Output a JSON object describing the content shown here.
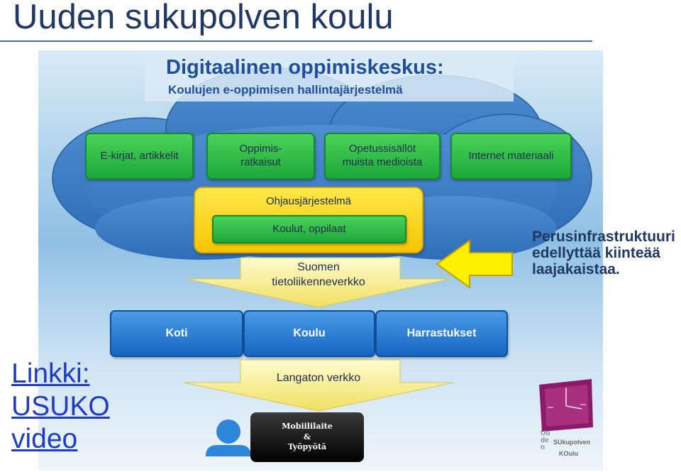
{
  "slide": {
    "title": "Uuden sukupolven koulu",
    "note_lines": [
      "Perusinfrastruktuuri",
      "edellyttää kiinteää",
      "laajakaistaa."
    ],
    "link_lines": [
      "Linkki:",
      "USUKO",
      "video"
    ]
  },
  "diagram": {
    "title": "Digitaalinen oppimiskeskus:",
    "subtitle": "Koulujen e-oppimisen hallintajärjestelmä",
    "cloud_boxes": [
      {
        "label": "E-kirjat, artikkelit"
      },
      {
        "label": "Oppimis-\nratkaisut"
      },
      {
        "label": "Opetussisällöt\nmuista medioista"
      },
      {
        "label": "Internet materiaali"
      }
    ],
    "control_system": {
      "label": "Ohjausjärjestelmä",
      "inner_label": "Koulut, oppilaat"
    },
    "network_arrow": {
      "label": "Suomen\ntietoliikenneverkko"
    },
    "location_boxes": [
      {
        "label": "Koti"
      },
      {
        "label": "Koulu"
      },
      {
        "label": "Harrastukset"
      }
    ],
    "wireless_arrow": {
      "label": "Langaton verkko"
    },
    "device_box": {
      "label": "Mobiililaite\n&\nTyöpyötä"
    },
    "icons": {
      "user": "user-icon",
      "pointer_arrow": "arrow-left-icon",
      "logo": "usuko-logo"
    }
  },
  "logo": {
    "vertical_text": "Uuden",
    "line1": "SUkupolven",
    "line2": "KOulu"
  },
  "colors": {
    "title": "#1f3864",
    "link": "#1f3cc8",
    "green_box": "#1ca83a",
    "yellow_box": "#f5c400",
    "blue_box": "#1666c2",
    "logo_purple": "#8b1a6b"
  }
}
